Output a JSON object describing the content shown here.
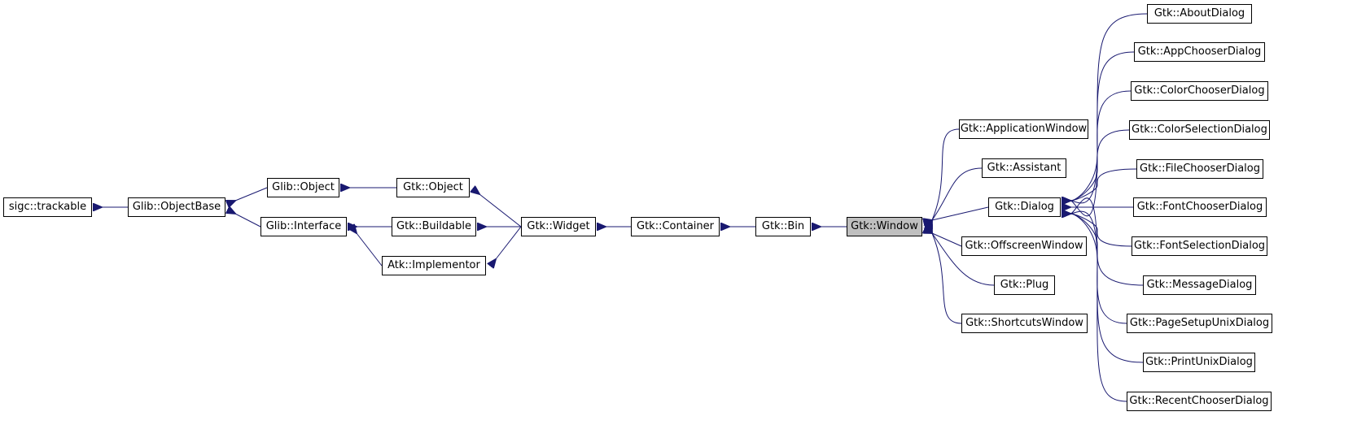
{
  "diagram": {
    "title": "",
    "nodes": {
      "sigc_trackable": "sigc::trackable",
      "glib_objectbase": "Glib::ObjectBase",
      "glib_object": "Glib::Object",
      "glib_interface": "Glib::Interface",
      "gtk_object": "Gtk::Object",
      "gtk_buildable": "Gtk::Buildable",
      "atk_implementor": "Atk::Implementor",
      "gtk_widget": "Gtk::Widget",
      "gtk_container": "Gtk::Container",
      "gtk_bin": "Gtk::Bin",
      "gtk_window": "Gtk::Window",
      "gtk_applicationwindow": "Gtk::ApplicationWindow",
      "gtk_assistant": "Gtk::Assistant",
      "gtk_dialog": "Gtk::Dialog",
      "gtk_offscreenwindow": "Gtk::OffscreenWindow",
      "gtk_plug": "Gtk::Plug",
      "gtk_shortcutswindow": "Gtk::ShortcutsWindow",
      "gtk_aboutdialog": "Gtk::AboutDialog",
      "gtk_appchooserdialog": "Gtk::AppChooserDialog",
      "gtk_colorchooserdialog": "Gtk::ColorChooserDialog",
      "gtk_colorselectiondialog": "Gtk::ColorSelectionDialog",
      "gtk_filechooserdialog": "Gtk::FileChooserDialog",
      "gtk_fontchooserdialog": "Gtk::FontChooserDialog",
      "gtk_fontselectiondialog": "Gtk::FontSelectionDialog",
      "gtk_messagedialog": "Gtk::MessageDialog",
      "gtk_pagesetupunixdialog": "Gtk::PageSetupUnixDialog",
      "gtk_printunixdialog": "Gtk::PrintUnixDialog",
      "gtk_recentchooserdialog": "Gtk::RecentChooserDialog"
    },
    "current_node": "gtk_window",
    "colors": {
      "edge": "#191970",
      "node_border": "#000000",
      "node_fill": "#ffffff",
      "current_fill": "#bfbfbf"
    }
  }
}
